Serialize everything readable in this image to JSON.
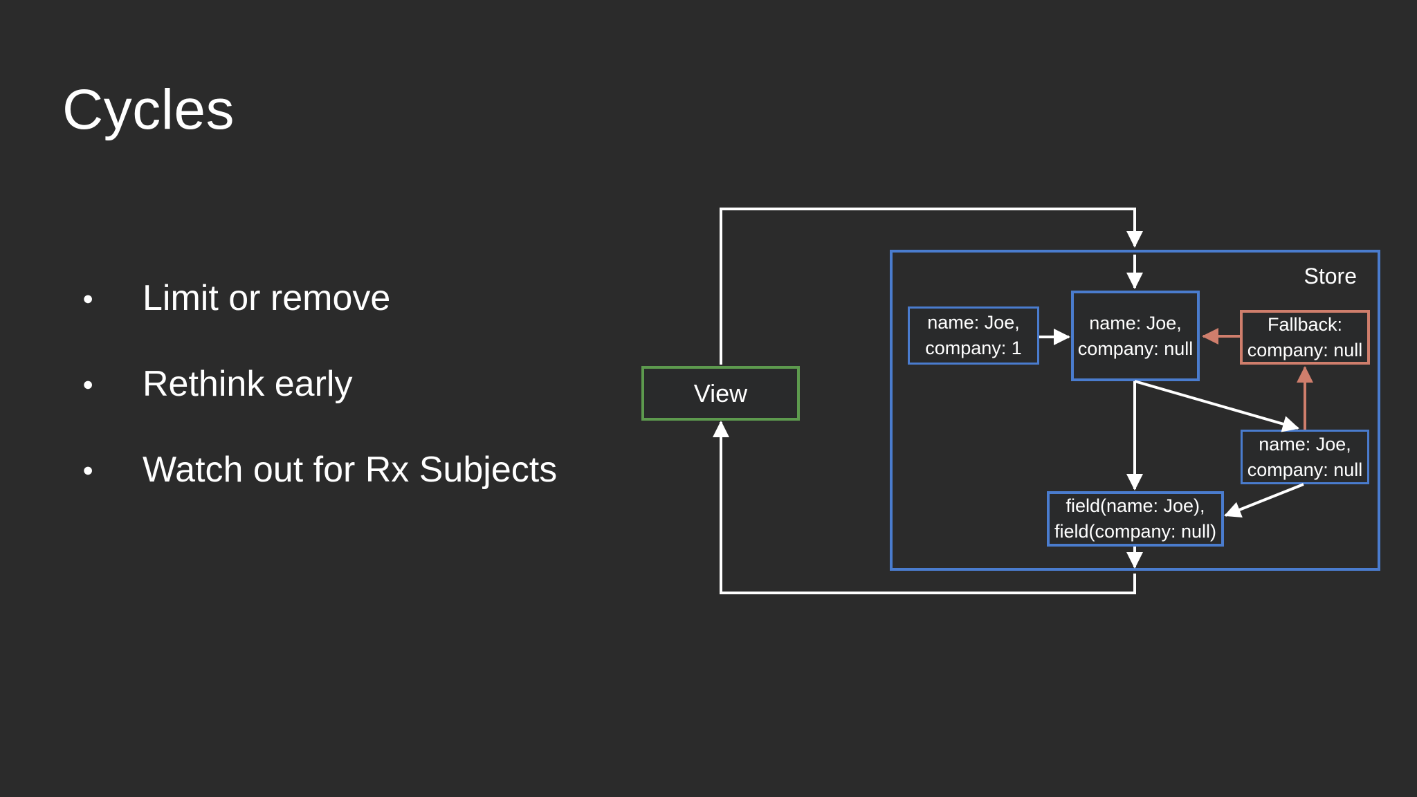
{
  "title": "Cycles",
  "bullets": [
    "Limit or remove",
    "Rethink early",
    "Watch out for Rx Subjects"
  ],
  "bullet_glyph": "●",
  "diagram": {
    "view_label": "View",
    "store_label": "Store",
    "box_input": "name: Joe,\ncompany: 1",
    "box_current": "name: Joe,\ncompany: null",
    "box_fallback": "Fallback:\ncompany: null",
    "box_snapshot": "name: Joe,\ncompany: null",
    "box_fields": "field(name: Joe),\nfield(company: null)",
    "colors": {
      "background": "#2b2b2b",
      "text": "#ffffff",
      "line_white": "#ffffff",
      "blue": "#4a7cce",
      "green": "#5d9a4e",
      "salmon": "#cf7e6c"
    }
  }
}
